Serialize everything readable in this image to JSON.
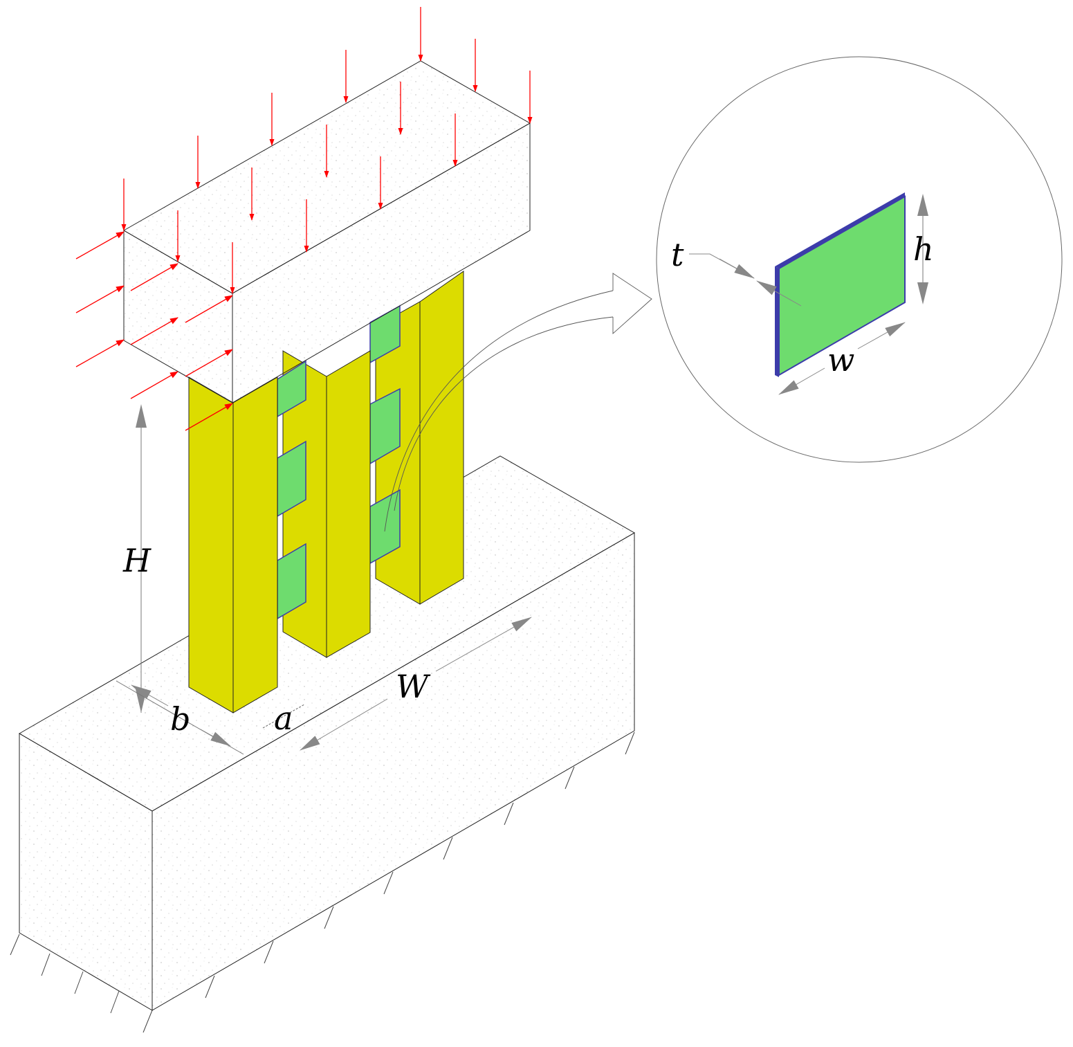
{
  "labels": {
    "H": "H",
    "b": "b",
    "a": "a",
    "W": "W",
    "t": "t",
    "h": "h",
    "w": "w"
  },
  "colors": {
    "column": "#dcdc00",
    "damper_plate": "#6edc6e",
    "plate_edge": "#3c3caa",
    "load_arrow": "#ff0000",
    "dimension_arrow": "#888888",
    "concrete": "#ffffff"
  }
}
